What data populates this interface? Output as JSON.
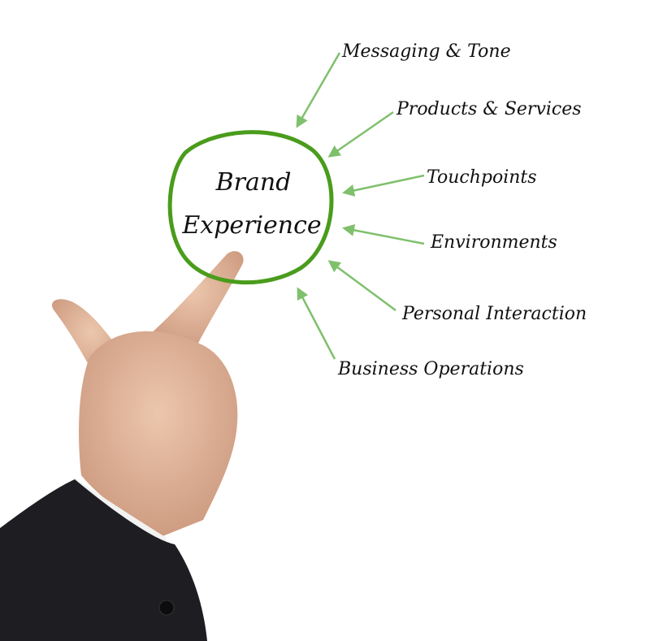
{
  "center": {
    "line1": "Brand",
    "line2": "Experience"
  },
  "labels": [
    "Messaging & Tone",
    "Products & Services",
    "Touchpoints",
    "Environments",
    "Personal Interaction",
    "Business Operations"
  ],
  "colors": {
    "circle": "#4a9c1c",
    "arrow": "#7fc06c",
    "skin": "#e2b89c",
    "sleeve": "#1d1d22"
  }
}
